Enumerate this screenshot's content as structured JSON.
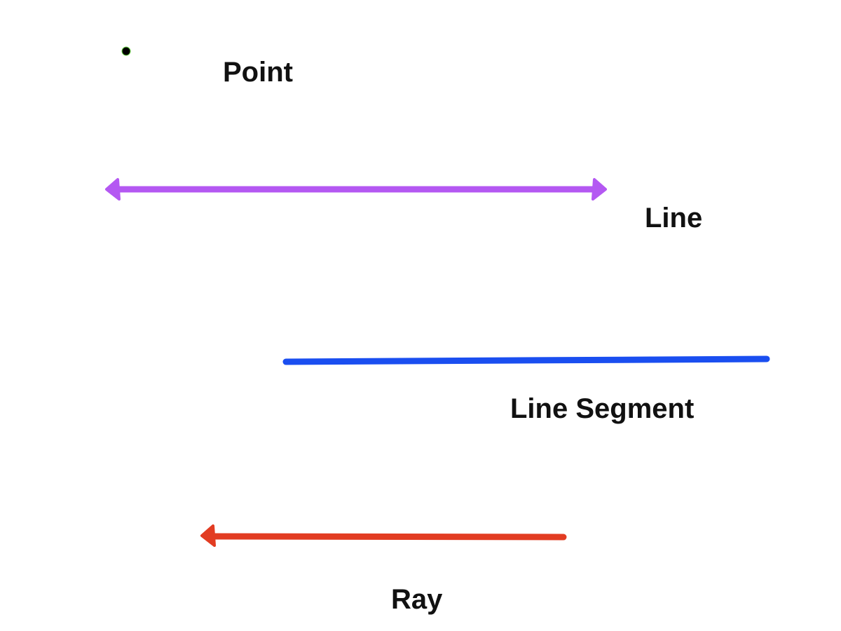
{
  "labels": {
    "point": "Point",
    "line": "Line",
    "segment": "Line Segment",
    "ray": "Ray"
  },
  "colors": {
    "point": "#000000",
    "point_outline": "#6fd84a",
    "line": "#b458f2",
    "segment": "#1a4ef0",
    "ray": "#e23c22"
  }
}
